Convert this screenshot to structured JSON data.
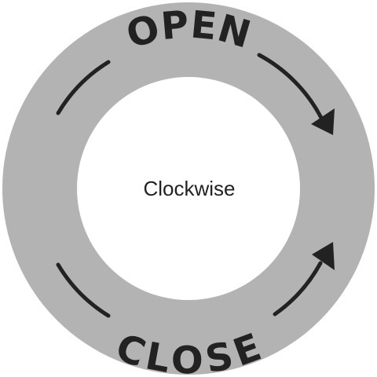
{
  "labels": {
    "top": "OPEN",
    "bottom": "CLOSE",
    "center": "Clockwise"
  },
  "colors": {
    "ring": "#b3b3b3",
    "inner": "#ffffff",
    "ink": "#222222"
  }
}
